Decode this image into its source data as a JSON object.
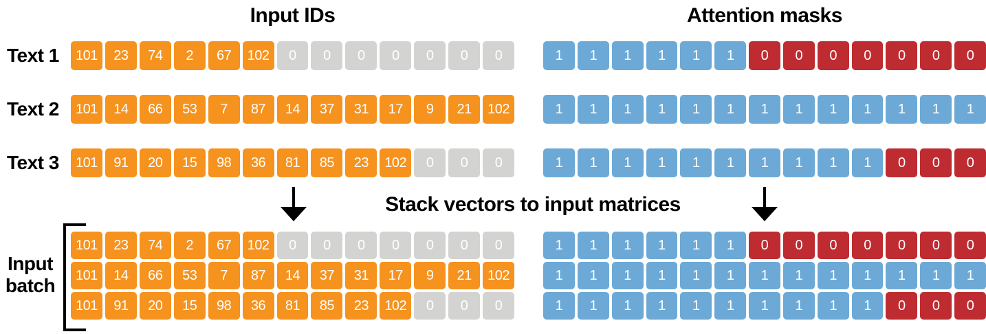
{
  "titles": {
    "input_ids": "Input IDs",
    "attention_masks": "Attention masks"
  },
  "stack_label": "Stack vectors to input matrices",
  "batch_label": {
    "line1": "Input",
    "line2": "batch"
  },
  "colors": {
    "orange": "#F6921E",
    "gray": "#D3D3D1",
    "blue": "#6CA9D6",
    "red": "#BE2B31",
    "cell_text": "#FFFFFF",
    "label_text": "#000000"
  },
  "rows": [
    {
      "label": "Text 1",
      "input_ids": [
        [
          "101",
          "orange"
        ],
        [
          "23",
          "orange"
        ],
        [
          "74",
          "orange"
        ],
        [
          "2",
          "orange"
        ],
        [
          "67",
          "orange"
        ],
        [
          "102",
          "orange"
        ],
        [
          "0",
          "gray"
        ],
        [
          "0",
          "gray"
        ],
        [
          "0",
          "gray"
        ],
        [
          "0",
          "gray"
        ],
        [
          "0",
          "gray"
        ],
        [
          "0",
          "gray"
        ],
        [
          "0",
          "gray"
        ]
      ],
      "attention_mask": [
        [
          "1",
          "blue"
        ],
        [
          "1",
          "blue"
        ],
        [
          "1",
          "blue"
        ],
        [
          "1",
          "blue"
        ],
        [
          "1",
          "blue"
        ],
        [
          "1",
          "blue"
        ],
        [
          "0",
          "red"
        ],
        [
          "0",
          "red"
        ],
        [
          "0",
          "red"
        ],
        [
          "0",
          "red"
        ],
        [
          "0",
          "red"
        ],
        [
          "0",
          "red"
        ],
        [
          "0",
          "red"
        ]
      ]
    },
    {
      "label": "Text 2",
      "input_ids": [
        [
          "101",
          "orange"
        ],
        [
          "14",
          "orange"
        ],
        [
          "66",
          "orange"
        ],
        [
          "53",
          "orange"
        ],
        [
          "7",
          "orange"
        ],
        [
          "87",
          "orange"
        ],
        [
          "14",
          "orange"
        ],
        [
          "37",
          "orange"
        ],
        [
          "31",
          "orange"
        ],
        [
          "17",
          "orange"
        ],
        [
          "9",
          "orange"
        ],
        [
          "21",
          "orange"
        ],
        [
          "102",
          "orange"
        ]
      ],
      "attention_mask": [
        [
          "1",
          "blue"
        ],
        [
          "1",
          "blue"
        ],
        [
          "1",
          "blue"
        ],
        [
          "1",
          "blue"
        ],
        [
          "1",
          "blue"
        ],
        [
          "1",
          "blue"
        ],
        [
          "1",
          "blue"
        ],
        [
          "1",
          "blue"
        ],
        [
          "1",
          "blue"
        ],
        [
          "1",
          "blue"
        ],
        [
          "1",
          "blue"
        ],
        [
          "1",
          "blue"
        ],
        [
          "1",
          "blue"
        ]
      ]
    },
    {
      "label": "Text 3",
      "input_ids": [
        [
          "101",
          "orange"
        ],
        [
          "91",
          "orange"
        ],
        [
          "20",
          "orange"
        ],
        [
          "15",
          "orange"
        ],
        [
          "98",
          "orange"
        ],
        [
          "36",
          "orange"
        ],
        [
          "81",
          "orange"
        ],
        [
          "85",
          "orange"
        ],
        [
          "23",
          "orange"
        ],
        [
          "102",
          "orange"
        ],
        [
          "0",
          "gray"
        ],
        [
          "0",
          "gray"
        ],
        [
          "0",
          "gray"
        ]
      ],
      "attention_mask": [
        [
          "1",
          "blue"
        ],
        [
          "1",
          "blue"
        ],
        [
          "1",
          "blue"
        ],
        [
          "1",
          "blue"
        ],
        [
          "1",
          "blue"
        ],
        [
          "1",
          "blue"
        ],
        [
          "1",
          "blue"
        ],
        [
          "1",
          "blue"
        ],
        [
          "1",
          "blue"
        ],
        [
          "1",
          "blue"
        ],
        [
          "0",
          "red"
        ],
        [
          "0",
          "red"
        ],
        [
          "0",
          "red"
        ]
      ]
    }
  ],
  "batch": {
    "id_rows": [
      [
        [
          "101",
          "orange"
        ],
        [
          "23",
          "orange"
        ],
        [
          "74",
          "orange"
        ],
        [
          "2",
          "orange"
        ],
        [
          "67",
          "orange"
        ],
        [
          "102",
          "orange"
        ],
        [
          "0",
          "gray"
        ],
        [
          "0",
          "gray"
        ],
        [
          "0",
          "gray"
        ],
        [
          "0",
          "gray"
        ],
        [
          "0",
          "gray"
        ],
        [
          "0",
          "gray"
        ],
        [
          "0",
          "gray"
        ]
      ],
      [
        [
          "101",
          "orange"
        ],
        [
          "14",
          "orange"
        ],
        [
          "66",
          "orange"
        ],
        [
          "53",
          "orange"
        ],
        [
          "7",
          "orange"
        ],
        [
          "87",
          "orange"
        ],
        [
          "14",
          "orange"
        ],
        [
          "37",
          "orange"
        ],
        [
          "31",
          "orange"
        ],
        [
          "17",
          "orange"
        ],
        [
          "9",
          "orange"
        ],
        [
          "21",
          "orange"
        ],
        [
          "102",
          "orange"
        ]
      ],
      [
        [
          "101",
          "orange"
        ],
        [
          "91",
          "orange"
        ],
        [
          "20",
          "orange"
        ],
        [
          "15",
          "orange"
        ],
        [
          "98",
          "orange"
        ],
        [
          "36",
          "orange"
        ],
        [
          "81",
          "orange"
        ],
        [
          "85",
          "orange"
        ],
        [
          "23",
          "orange"
        ],
        [
          "102",
          "orange"
        ],
        [
          "0",
          "gray"
        ],
        [
          "0",
          "gray"
        ],
        [
          "0",
          "gray"
        ]
      ]
    ],
    "mask_rows": [
      [
        [
          "1",
          "blue"
        ],
        [
          "1",
          "blue"
        ],
        [
          "1",
          "blue"
        ],
        [
          "1",
          "blue"
        ],
        [
          "1",
          "blue"
        ],
        [
          "1",
          "blue"
        ],
        [
          "0",
          "red"
        ],
        [
          "0",
          "red"
        ],
        [
          "0",
          "red"
        ],
        [
          "0",
          "red"
        ],
        [
          "0",
          "red"
        ],
        [
          "0",
          "red"
        ],
        [
          "0",
          "red"
        ]
      ],
      [
        [
          "1",
          "blue"
        ],
        [
          "1",
          "blue"
        ],
        [
          "1",
          "blue"
        ],
        [
          "1",
          "blue"
        ],
        [
          "1",
          "blue"
        ],
        [
          "1",
          "blue"
        ],
        [
          "1",
          "blue"
        ],
        [
          "1",
          "blue"
        ],
        [
          "1",
          "blue"
        ],
        [
          "1",
          "blue"
        ],
        [
          "1",
          "blue"
        ],
        [
          "1",
          "blue"
        ],
        [
          "1",
          "blue"
        ]
      ],
      [
        [
          "1",
          "blue"
        ],
        [
          "1",
          "blue"
        ],
        [
          "1",
          "blue"
        ],
        [
          "1",
          "blue"
        ],
        [
          "1",
          "blue"
        ],
        [
          "1",
          "blue"
        ],
        [
          "1",
          "blue"
        ],
        [
          "1",
          "blue"
        ],
        [
          "1",
          "blue"
        ],
        [
          "1",
          "blue"
        ],
        [
          "0",
          "red"
        ],
        [
          "0",
          "red"
        ],
        [
          "0",
          "red"
        ]
      ]
    ]
  }
}
